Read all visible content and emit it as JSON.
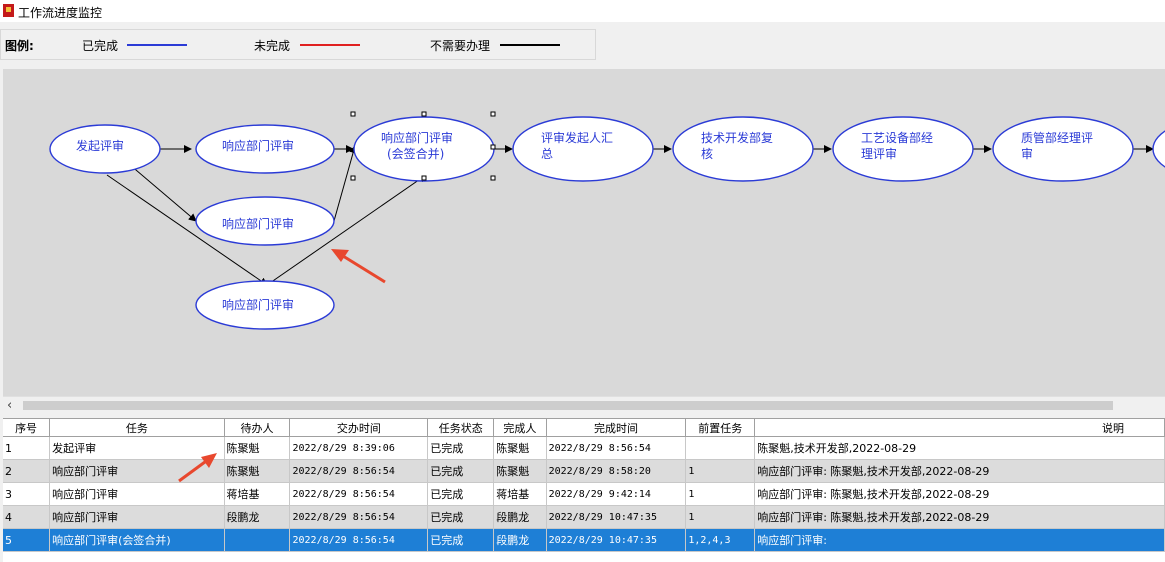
{
  "window": {
    "title": "工作流进度监控"
  },
  "legend": {
    "label": "图例:",
    "items": [
      {
        "label": "已完成",
        "color": "#2b3bd6"
      },
      {
        "label": "未完成",
        "color": "#e02020"
      },
      {
        "label": "不需要办理",
        "color": "#000000"
      }
    ]
  },
  "flow": {
    "nodes": [
      {
        "label": "发起评审"
      },
      {
        "label": "响应部门评审"
      },
      {
        "label": "响应部门评审"
      },
      {
        "label": "响应部门评审"
      },
      {
        "label": "响应部门评审",
        "line2": "(会签合并)"
      },
      {
        "label": "评审发起人汇",
        "line2": "总"
      },
      {
        "label": "技术开发部复",
        "line2": "核"
      },
      {
        "label": "工艺设备部经",
        "line2": "理评审"
      },
      {
        "label": "质管部经理评",
        "line2": "审"
      }
    ]
  },
  "table": {
    "columns": [
      "序号",
      "任务",
      "待办人",
      "交办时间",
      "任务状态",
      "完成人",
      "完成时间",
      "前置任务",
      "说明"
    ],
    "rows": [
      [
        "1",
        "发起评审",
        "陈聚魁",
        "2022/8/29 8:39:06",
        "已完成",
        "陈聚魁",
        "2022/8/29 8:56:54",
        "",
        "陈聚魁,技术开发部,2022-08-29"
      ],
      [
        "2",
        "响应部门评审",
        "陈聚魁",
        "2022/8/29 8:56:54",
        "已完成",
        "陈聚魁",
        "2022/8/29 8:58:20",
        "1",
        "响应部门评审: 陈聚魁,技术开发部,2022-08-29"
      ],
      [
        "3",
        "响应部门评审",
        "蒋培基",
        "2022/8/29 8:56:54",
        "已完成",
        "蒋培基",
        "2022/8/29 9:42:14",
        "1",
        "响应部门评审: 陈聚魁,技术开发部,2022-08-29"
      ],
      [
        "4",
        "响应部门评审",
        "段鹏龙",
        "2022/8/29 8:56:54",
        "已完成",
        "段鹏龙",
        "2022/8/29 10:47:35",
        "1",
        "响应部门评审: 陈聚魁,技术开发部,2022-08-29"
      ],
      [
        "5",
        "响应部门评审(会签合并)",
        "",
        "2022/8/29 8:56:54",
        "已完成",
        "段鹏龙",
        "2022/8/29 10:47:35",
        "1,2,4,3",
        "响应部门评审:"
      ]
    ]
  }
}
